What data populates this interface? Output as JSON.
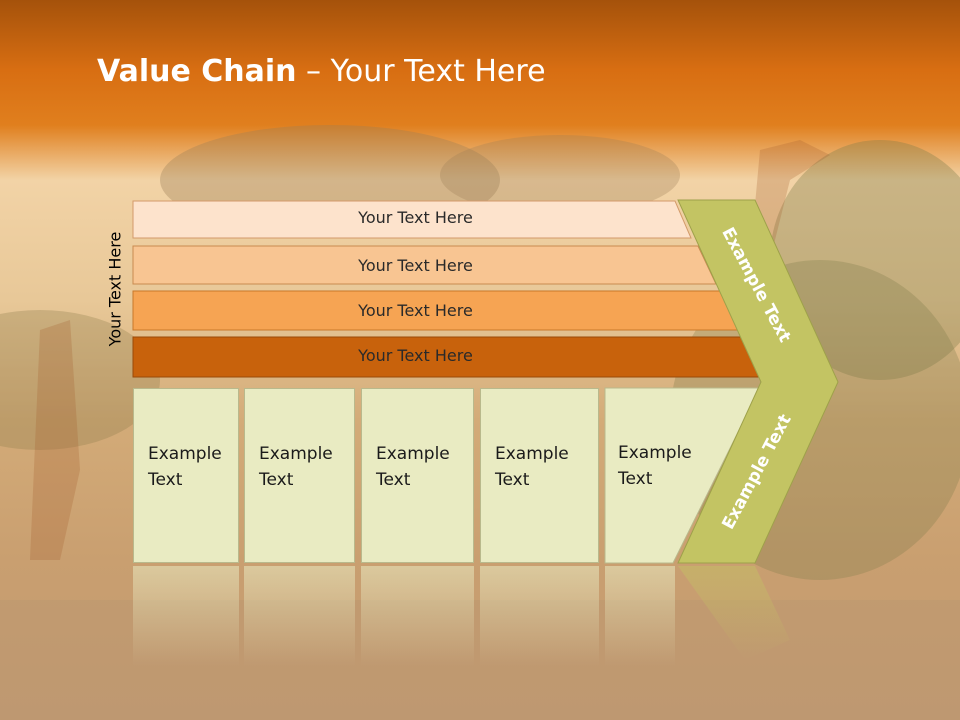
{
  "title": {
    "bold": "Value Chain",
    "rest": " – Your Text Here"
  },
  "side_label": "Your Text Here",
  "bars": [
    "Your Text Here",
    "Your Text Here",
    "Your Text Here",
    "Your Text Here"
  ],
  "boxes": [
    {
      "line1": "Example",
      "line2": "Text"
    },
    {
      "line1": "Example",
      "line2": "Text"
    },
    {
      "line1": "Example",
      "line2": "Text"
    },
    {
      "line1": "Example",
      "line2": "Text"
    },
    {
      "line1": "Example",
      "line2": "Text"
    }
  ],
  "arrow": {
    "upper": "Example Text",
    "lower": "Example Text"
  },
  "colors": {
    "bar1": "#fde3cc",
    "bar2": "#f8c592",
    "bar3": "#f6a453",
    "bar4": "#c8620c",
    "boxes": "#e9ebc2",
    "arrow": "#c3c463",
    "header": "#d86e12"
  }
}
